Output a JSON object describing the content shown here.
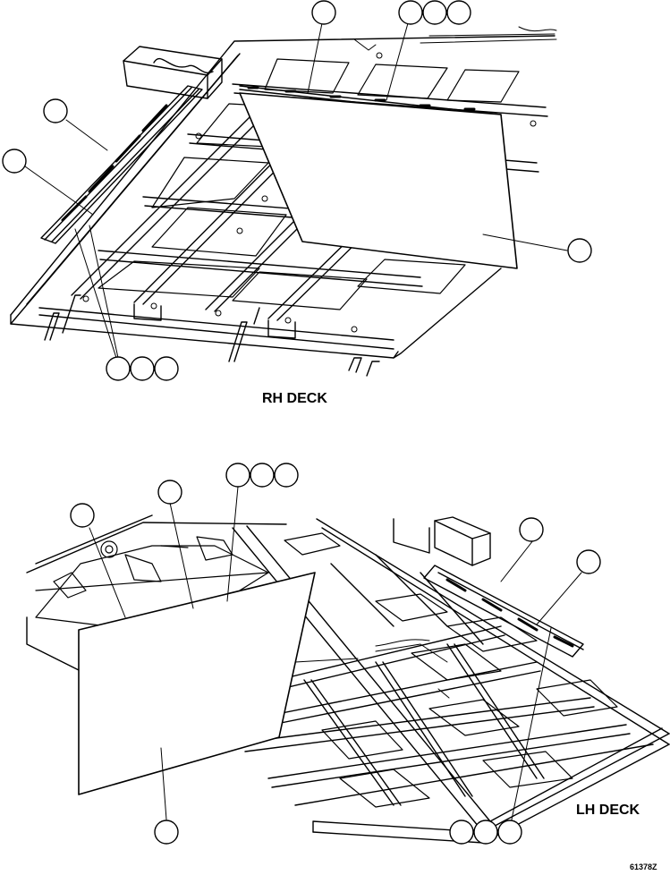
{
  "captions": {
    "rh_deck": "RH DECK",
    "lh_deck": "LH DECK"
  },
  "figure_number": "61378Z",
  "colors": {
    "line": "#000000",
    "panel_fill": "#ffffff"
  }
}
